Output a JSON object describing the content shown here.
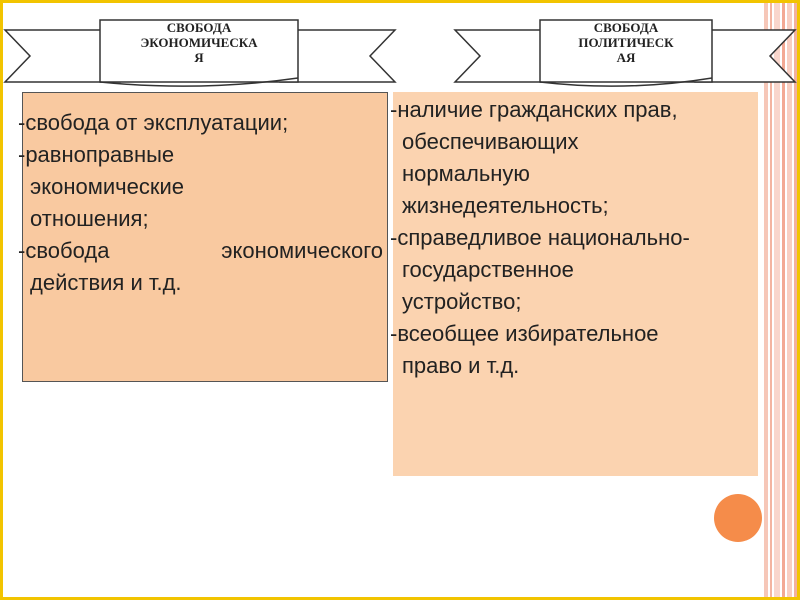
{
  "left": {
    "title": [
      "СВОБОДА",
      "ЭКОНОМИЧЕСКА",
      "Я"
    ],
    "items": [
      {
        "lines": [
          "-свобода от эксплуатации;"
        ]
      },
      {
        "lines": [
          "-равноправные",
          "экономические",
          "отношения;"
        ]
      },
      {
        "lines": [
          "-свобода",
          "экономического",
          "действия и т.д."
        ]
      }
    ]
  },
  "right": {
    "title": [
      "СВОБОДА",
      "ПОЛИТИЧЕСК",
      "АЯ"
    ],
    "items": [
      {
        "lines": [
          "-наличие гражданских прав,",
          "обеспечивающих",
          "нормальную",
          "жизнедеятельность;"
        ]
      },
      {
        "lines": [
          "-справедливое национально-",
          "государственное",
          "устройство;"
        ]
      },
      {
        "lines": [
          "-всеобщее избирательное",
          "право и т.д."
        ]
      }
    ]
  },
  "colors": {
    "frame": "#f2c400",
    "box_left": "#f9c9a0",
    "box_right": "#fbd3b0",
    "accent_circle": "#f58c4a"
  }
}
